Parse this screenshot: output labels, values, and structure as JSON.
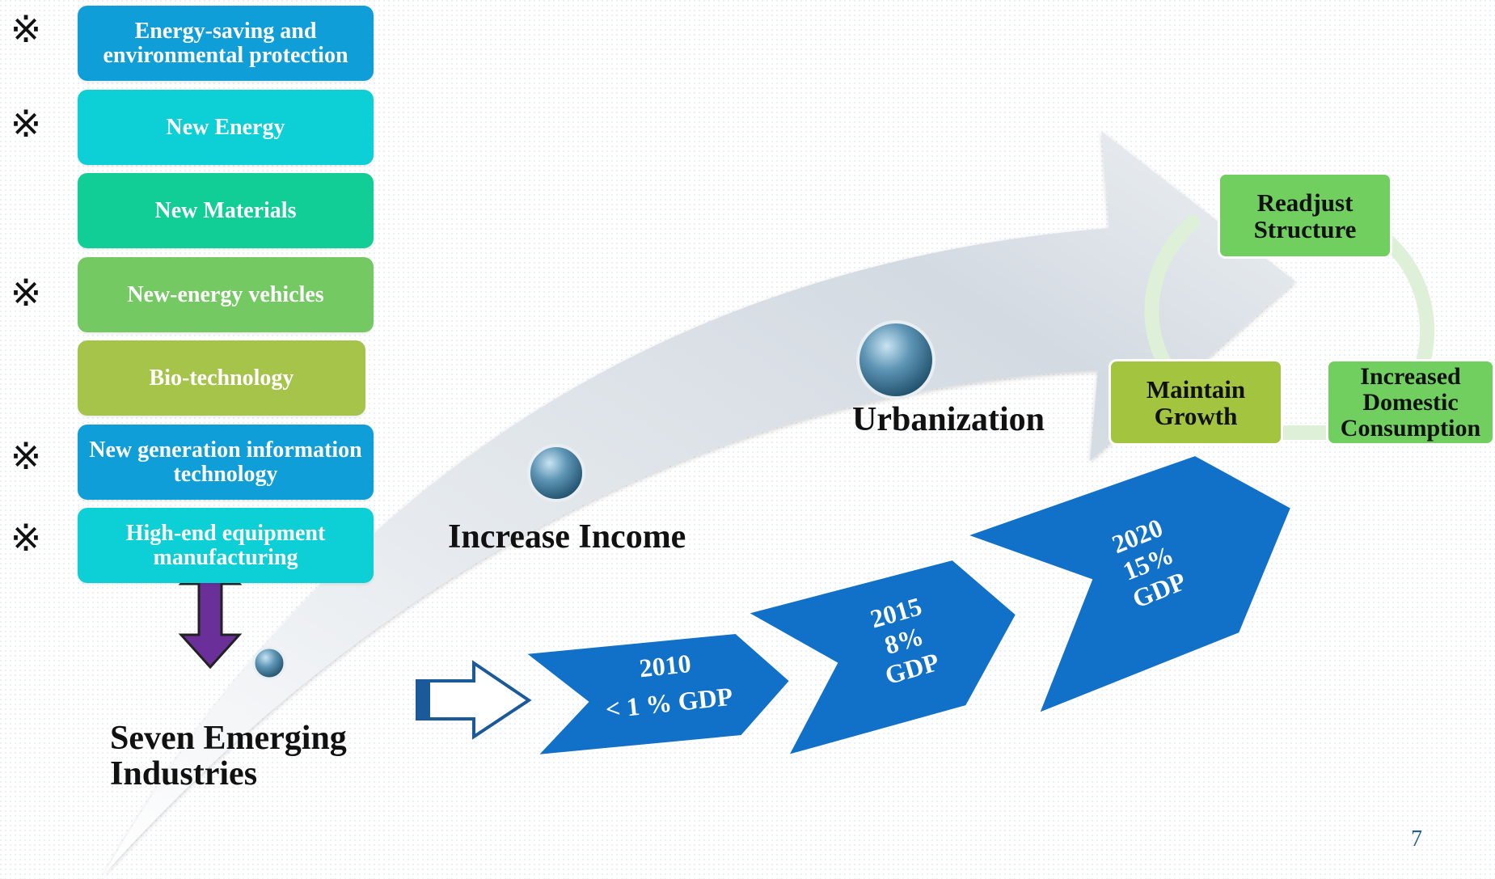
{
  "industries": [
    {
      "label": "Energy-saving and environmental protection",
      "marked": true,
      "color": "#109ed9"
    },
    {
      "label": "New Energy",
      "marked": true,
      "color": "#0dcfd6"
    },
    {
      "label": "New Materials",
      "marked": false,
      "color": "#11ce97"
    },
    {
      "label": "New-energy vehicles",
      "marked": true,
      "color": "#74c963"
    },
    {
      "label": "Bio-technology",
      "marked": false,
      "color": "#a6c34a"
    },
    {
      "label": "New generation information technology",
      "marked": true,
      "color": "#109ed9"
    },
    {
      "label": "High-end equipment manufacturing",
      "marked": true,
      "color": "#0dcfd6"
    }
  ],
  "mark_symbol": "※",
  "path_labels": {
    "start": "Seven Emerging Industries",
    "middle": "Increase Income",
    "end": "Urbanization"
  },
  "timeline": [
    {
      "year": "2010",
      "value": "< 1 % GDP"
    },
    {
      "year": "2015",
      "value": "8%",
      "extra": "GDP"
    },
    {
      "year": "2020",
      "value": "15%",
      "extra": "GDP"
    }
  ],
  "cycle": {
    "top": "Readjust Structure",
    "left": "Maintain Growth",
    "right": "Increased Domestic Consumption"
  },
  "page_number": "7",
  "colors": {
    "timeline_blue": "#1170c8",
    "cycle_top": "#71cf5f",
    "cycle_left": "#a3c43e",
    "cycle_right": "#71cf5f",
    "arrow_purple": "#6b2f9a"
  }
}
